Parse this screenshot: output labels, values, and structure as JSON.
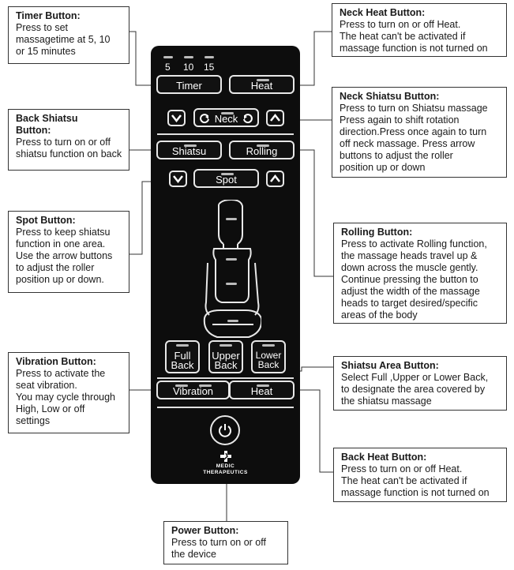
{
  "remote": {
    "timer_values": [
      "5",
      "10",
      "15"
    ],
    "buttons": {
      "timer": "Timer",
      "neck_heat": "Heat",
      "neck": "Neck",
      "shiatsu": "Shiatsu",
      "rolling": "Rolling",
      "spot": "Spot",
      "full_back_1": "Full",
      "full_back_2": "Back",
      "upper_back_1": "Upper",
      "upper_back_2": "Back",
      "lower_back_1": "Lower",
      "lower_back_2": "Back",
      "vibration": "Vibration",
      "back_heat": "Heat"
    },
    "brand_line1": "MEDIC",
    "brand_line2": "THERAPEUTICS"
  },
  "callouts": {
    "timer": {
      "title": "Timer Button:",
      "body": "Press to set\nmassagetime at 5, 10\nor 15 minutes"
    },
    "neck_heat": {
      "title": "Neck Heat Button:",
      "body": "Press to turn on or off Heat.\nThe heat can't be activated if\nmassage function is not turned on"
    },
    "neck_shiatsu": {
      "title": "Neck Shiatsu Button:",
      "body": "Press to turn on Shiatsu massage\nPress again to shift rotation\ndirection.Press once again to turn\noff neck massage. Press arrow\nbuttons to adjust the roller\nposition up or down"
    },
    "back_shiatsu": {
      "title": "Back Shiatsu\nButton:",
      "body": "Press to turn on or off\nshiatsu function on back"
    },
    "spot": {
      "title": "Spot Button:",
      "body": "Press to keep shiatsu\nfunction in one area.\nUse the arrow buttons\nto adjust the roller\nposition up or down."
    },
    "rolling": {
      "title": "Rolling Button:",
      "body": "Press to activate Rolling function,\nthe massage heads travel up &\ndown across the muscle gently.\nContinue pressing the button to\nadjust the width of the massage\nheads to target desired/specific\nareas of the body"
    },
    "vibration": {
      "title": "Vibration Button:",
      "body": "Press to activate the\nseat vibration.\nYou may cycle through\nHigh, Low or off\nsettings"
    },
    "shiatsu_area": {
      "title": "Shiatsu Area Button:",
      "body": "Select Full ,Upper or Lower Back,\nto designate the area covered by\nthe shiatsu massage"
    },
    "back_heat": {
      "title": "Back Heat Button:",
      "body": "Press to turn on or off Heat.\nThe heat can't be activated if\nmassage function is not turned on"
    },
    "power": {
      "title": "Power Button:",
      "body": "Press to turn on or off\nthe device"
    }
  }
}
